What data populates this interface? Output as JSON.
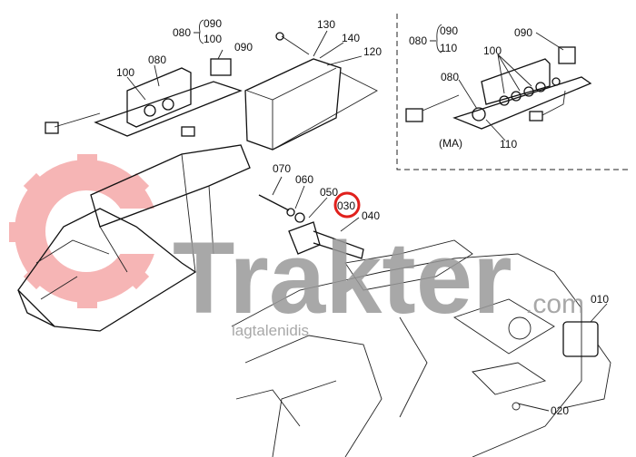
{
  "diagram": {
    "main_labels": {
      "group_080": "080",
      "group_090": "090",
      "group_100": "100",
      "l100": "100",
      "l080": "080",
      "l090": "090",
      "l130": "130",
      "l140": "140",
      "l120": "120",
      "l070": "070",
      "l060": "060",
      "l050": "050",
      "l030": "030",
      "l040": "040",
      "l010": "010",
      "l020": "020"
    },
    "inset": {
      "group_080": "080",
      "group_090": "090",
      "group_110": "110",
      "l090": "090",
      "l100": "100",
      "l080": "080",
      "l110": "110",
      "variant": "(MA)"
    },
    "highlight_color": "#e0201c"
  },
  "watermark": {
    "brand": "Trakter",
    "domain": ".com",
    "tagline": "lagtalenidis",
    "logo_color": "#f07a7a",
    "text_color": "#9a9a9a"
  }
}
